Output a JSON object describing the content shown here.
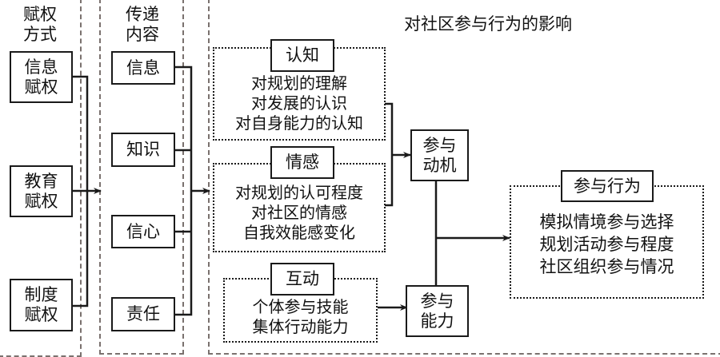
{
  "columns": {
    "empowerment": {
      "heading": [
        "赋权",
        "方式"
      ],
      "items": [
        {
          "lines": [
            "信息",
            "赋权"
          ]
        },
        {
          "lines": [
            "教育",
            "赋权"
          ]
        },
        {
          "lines": [
            "制度",
            "赋权"
          ]
        }
      ]
    },
    "content": {
      "heading": [
        "传递",
        "内容"
      ],
      "items": [
        "信息",
        "知识",
        "信心",
        "责任"
      ]
    },
    "impact": {
      "title": "对社区参与行为的影响",
      "groups": [
        {
          "label": "认知",
          "lines": [
            "对规划的理解",
            "对发展的认识",
            "对自身能力的认知"
          ]
        },
        {
          "label": "情感",
          "lines": [
            "对规划的认可程度",
            "对社区的情感",
            "自我效能感变化"
          ]
        },
        {
          "label": "互动",
          "lines": [
            "个体参与技能",
            "集体行动能力"
          ]
        }
      ],
      "motivation": [
        "参与",
        "动机"
      ],
      "ability": [
        "参与",
        "能力"
      ],
      "behavior": {
        "label": "参与行为",
        "lines": [
          "模拟情境参与选择",
          "规划活动参与程度",
          "社区组织参与情况"
        ]
      }
    }
  }
}
